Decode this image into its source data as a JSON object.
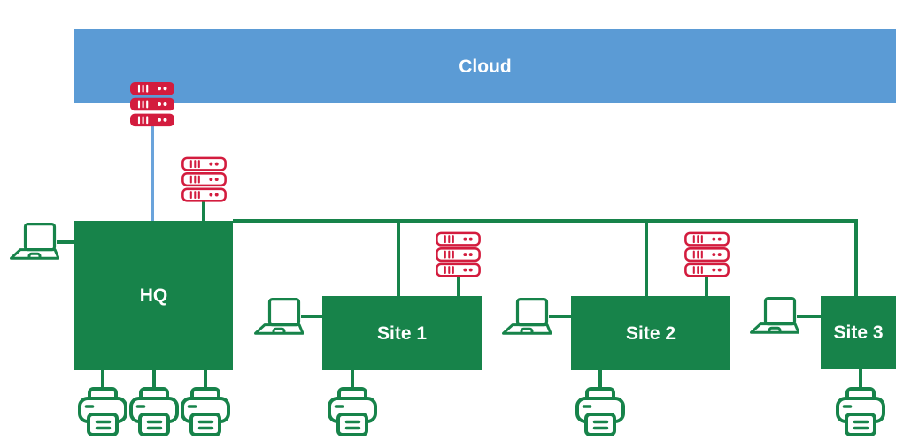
{
  "diagram": {
    "type": "network-topology",
    "description": "Cloud connected to HQ and three branch sites with servers, laptops and printers"
  },
  "palette": {
    "green": "#17834A",
    "red": "#D31C3E",
    "blue": "#5B9BD5",
    "blue_line": "#6AA3DB",
    "label_text": "#FFFFFF",
    "background": "#FFFFFF"
  },
  "nodes": {
    "cloud": {
      "label": "Cloud"
    },
    "hq": {
      "label": "HQ"
    },
    "site1": {
      "label": "Site 1"
    },
    "site2": {
      "label": "Site 2"
    },
    "site3": {
      "label": "Site 3"
    }
  },
  "devices": {
    "cloud_server_stack": {
      "icon": "rack-server-filled",
      "count": 1
    },
    "hq": {
      "servers_outlined": 1,
      "laptops": 1,
      "printers": 3
    },
    "site1": {
      "servers_outlined": 1,
      "laptops": 1,
      "printers": 1
    },
    "site2": {
      "servers_outlined": 1,
      "laptops": 1,
      "printers": 1
    },
    "site3": {
      "servers_outlined": 0,
      "laptops": 1,
      "printers": 1
    }
  },
  "connections": {
    "cloud_to_hq": "blue vertical link via cloud server stack",
    "hq_bus": "green horizontal bus from HQ to Site 1, Site 2 and Site 3",
    "site_servers": "rack servers tapped above Site 1 and Site 2"
  }
}
